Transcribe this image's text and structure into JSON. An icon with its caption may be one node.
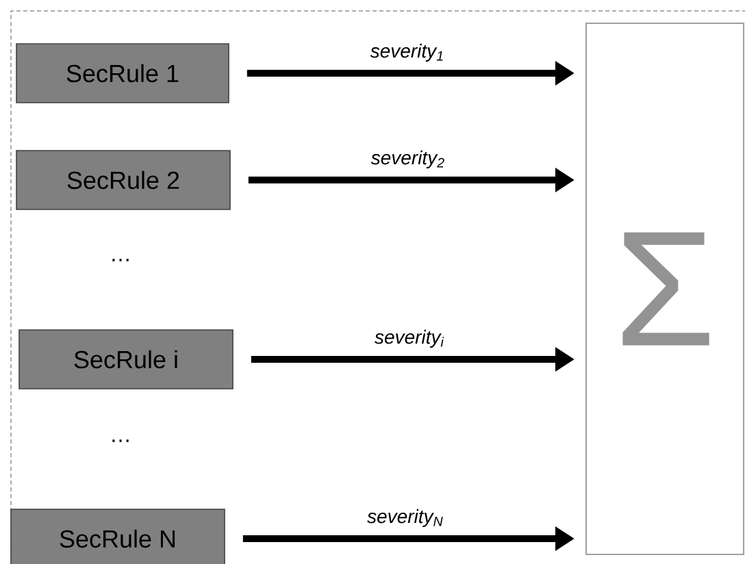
{
  "diagram": {
    "nodes": [
      {
        "text": [
          "SecRule 1"
        ]
      },
      {
        "text": [
          "SecRule 2"
        ]
      },
      {
        "text": [
          "SecRule i"
        ]
      },
      {
        "text": [
          "SecRule N"
        ]
      },
      {
        "text": [
          "Σ"
        ]
      }
    ],
    "edges": [
      {
        "from": 0,
        "to": 4,
        "arrow": "to",
        "label": "severity$_{1}$"
      },
      {
        "from": 1,
        "to": 4,
        "arrow": "to",
        "label": "severity$_{2}$"
      },
      {
        "from": 2,
        "to": 4,
        "arrow": "to",
        "label": "severity$_{i}$"
      },
      {
        "from": 3,
        "to": 4,
        "arrow": "to",
        "label": "severity$_{N}$"
      }
    ],
    "labels": [
      "…",
      "…"
    ]
  }
}
